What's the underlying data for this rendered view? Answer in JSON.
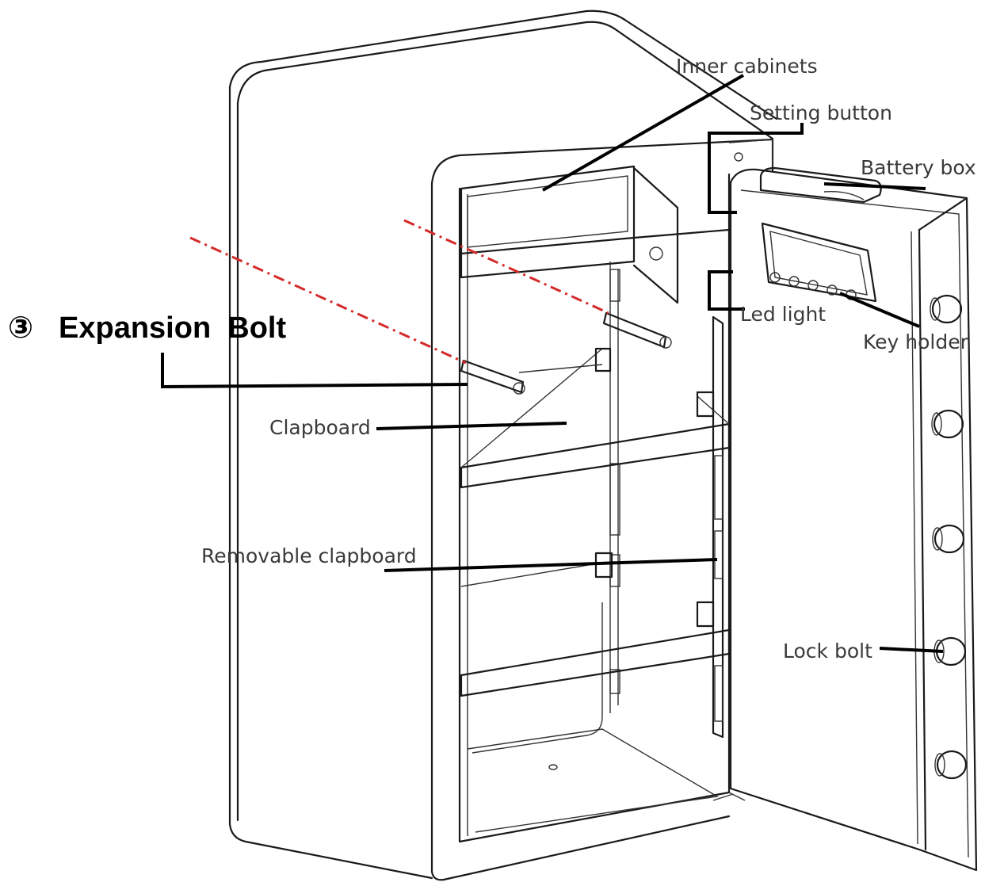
{
  "diagram": {
    "labels": {
      "inner_cabinets": "Inner cabinets",
      "setting_button": "Setting button",
      "battery_box": "Battery box",
      "led_light": "Led light",
      "key_holder": "Key holder",
      "expansion_marker": "③",
      "expansion_bolt": "Expansion  Bolt",
      "clapboard": "Clapboard",
      "removable_clapboard": "Removable clapboard",
      "lock_bolt": "Lock bolt"
    },
    "colors": {
      "line": "#1a1a1a",
      "leader": "#000000",
      "label_text": "#3a3a3a",
      "dash_red": "#d42a2a",
      "background": "#ffffff"
    }
  }
}
